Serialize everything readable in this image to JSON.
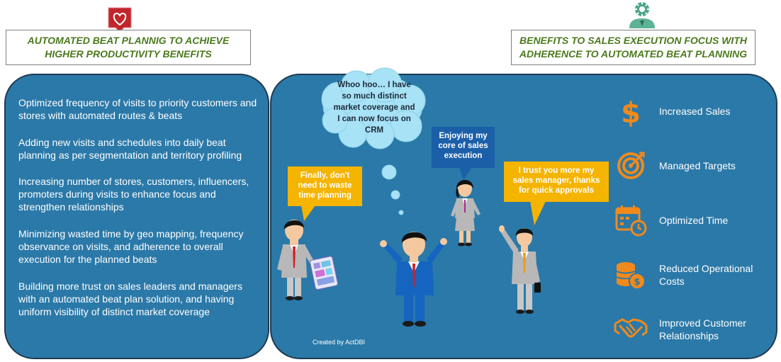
{
  "header": {
    "left_title": "AUTOMATED BEAT PLANNIG TO ACHIEVE HIGHER PRODUCTIVITY BENEFITS",
    "right_title": "BENEFITS TO SALES EXECUTION FOCUS WITH ADHERENCE TO AUTOMATED BEAT PLANNING",
    "left_icon": "heart-badge-icon",
    "right_icon": "person-gear-icon"
  },
  "productivity_points": [
    "Optimized frequency of visits to priority customers and stores with automated routes & beats",
    "Adding new visits and schedules into daily beat planning as per segmentation and territory profiling",
    "Increasing number of stores, customers, influencers, promoters during visits to enhance focus and strengthen relationships",
    "Minimizing wasted time by geo mapping, frequency observance on visits, and adherence to overall execution for the planned beats",
    "Building more trust on sales leaders and managers with an automated beat plan solution, and having uniform visibility of distinct market coverage"
  ],
  "speech": {
    "cloud": "Whoo hoo… I have so much distinct market coverage and I can now focus on CRM",
    "finally": "Finally, don't need to waste time planning",
    "enjoying": "Enjoying my core of sales execution",
    "trust": "I trust you more my sales manager, thanks for quick approvals"
  },
  "benefits": [
    {
      "label": "Increased Sales",
      "icon": "dollar-icon"
    },
    {
      "label": "Managed Targets",
      "icon": "target-icon"
    },
    {
      "label": "Optimized Time",
      "icon": "calendar-clock-icon"
    },
    {
      "label": "Reduced Operational Costs",
      "icon": "coins-icon"
    },
    {
      "label": "Improved Customer Relationships",
      "icon": "handshake-icon"
    }
  ],
  "credit": "Created by ActDBI",
  "colors": {
    "panel": "#2b79a8",
    "title_text": "#4a7a1c",
    "icon_orange": "#f08a1c",
    "callout_yellow": "#f5b400",
    "callout_blue": "#1a5fa8",
    "cloud": "#a8e2f7"
  }
}
